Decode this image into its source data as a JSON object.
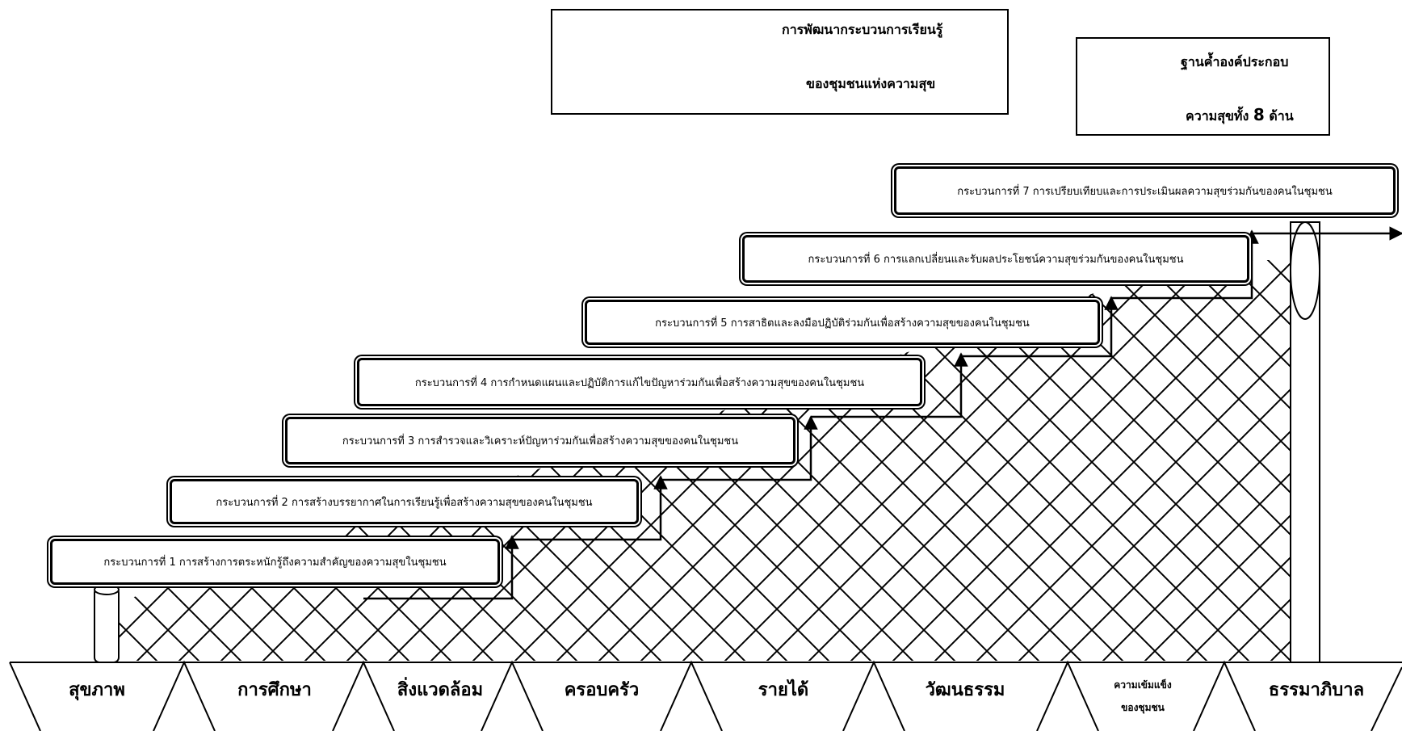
{
  "legend_steps": {
    "line1": "การพัฒนากระบวนการเรียนรู้",
    "line2": "ของชุมชนแห่งความสุข"
  },
  "legend_base": {
    "line1": "ฐานค้ำองค์ประกอบ",
    "line2_prefix": "ความสุขทั้ง",
    "line2_number": "8",
    "line2_suffix": "ด้าน"
  },
  "processes": [
    {
      "label": "กระบวนการที่ 1 การสร้างการตระหนักรู้ถึงความสำคัญของความสุขในชุมชน"
    },
    {
      "label": "กระบวนการที่ 2 การสร้างบรรยากาศในการเรียนรู้เพื่อสร้างความสุขของคนในชุมชน"
    },
    {
      "label": "กระบวนการที่ 3 การสำรวจและวิเคราะห์ปัญหาร่วมกันเพื่อสร้างความสุขของคนในชุมชน"
    },
    {
      "label": "กระบวนการที่ 4 การกำหนดแผนและปฏิบัติการแก้ไขปัญหาร่วมกันเพื่อสร้างความสุขของคนในชุมชน"
    },
    {
      "label": "กระบวนการที่ 5 การสาธิตและลงมือปฏิบัติร่วมกันเพื่อสร้างความสุขของคนในชุมชน"
    },
    {
      "label": "กระบวนการที่ 6 การแลกเปลี่ยนและรับผลประโยชน์ความสุขร่วมกันของคนในชุมชน"
    },
    {
      "label": "กระบวนการที่ 7 การเปรียบเทียบและการประเมินผลความสุขร่วมกันของคนในชุมชน"
    }
  ],
  "dimensions": [
    {
      "label": "สุขภาพ"
    },
    {
      "label": "การศึกษา"
    },
    {
      "label": "สิ่งแวดล้อม"
    },
    {
      "label": "ครอบครัว"
    },
    {
      "label": "รายได้"
    },
    {
      "label": "วัฒนธรรม"
    },
    {
      "label": "ความเข้มแข็ง",
      "label2": "ของชุมชน"
    },
    {
      "label": "ธรรมาภิบาล"
    }
  ]
}
